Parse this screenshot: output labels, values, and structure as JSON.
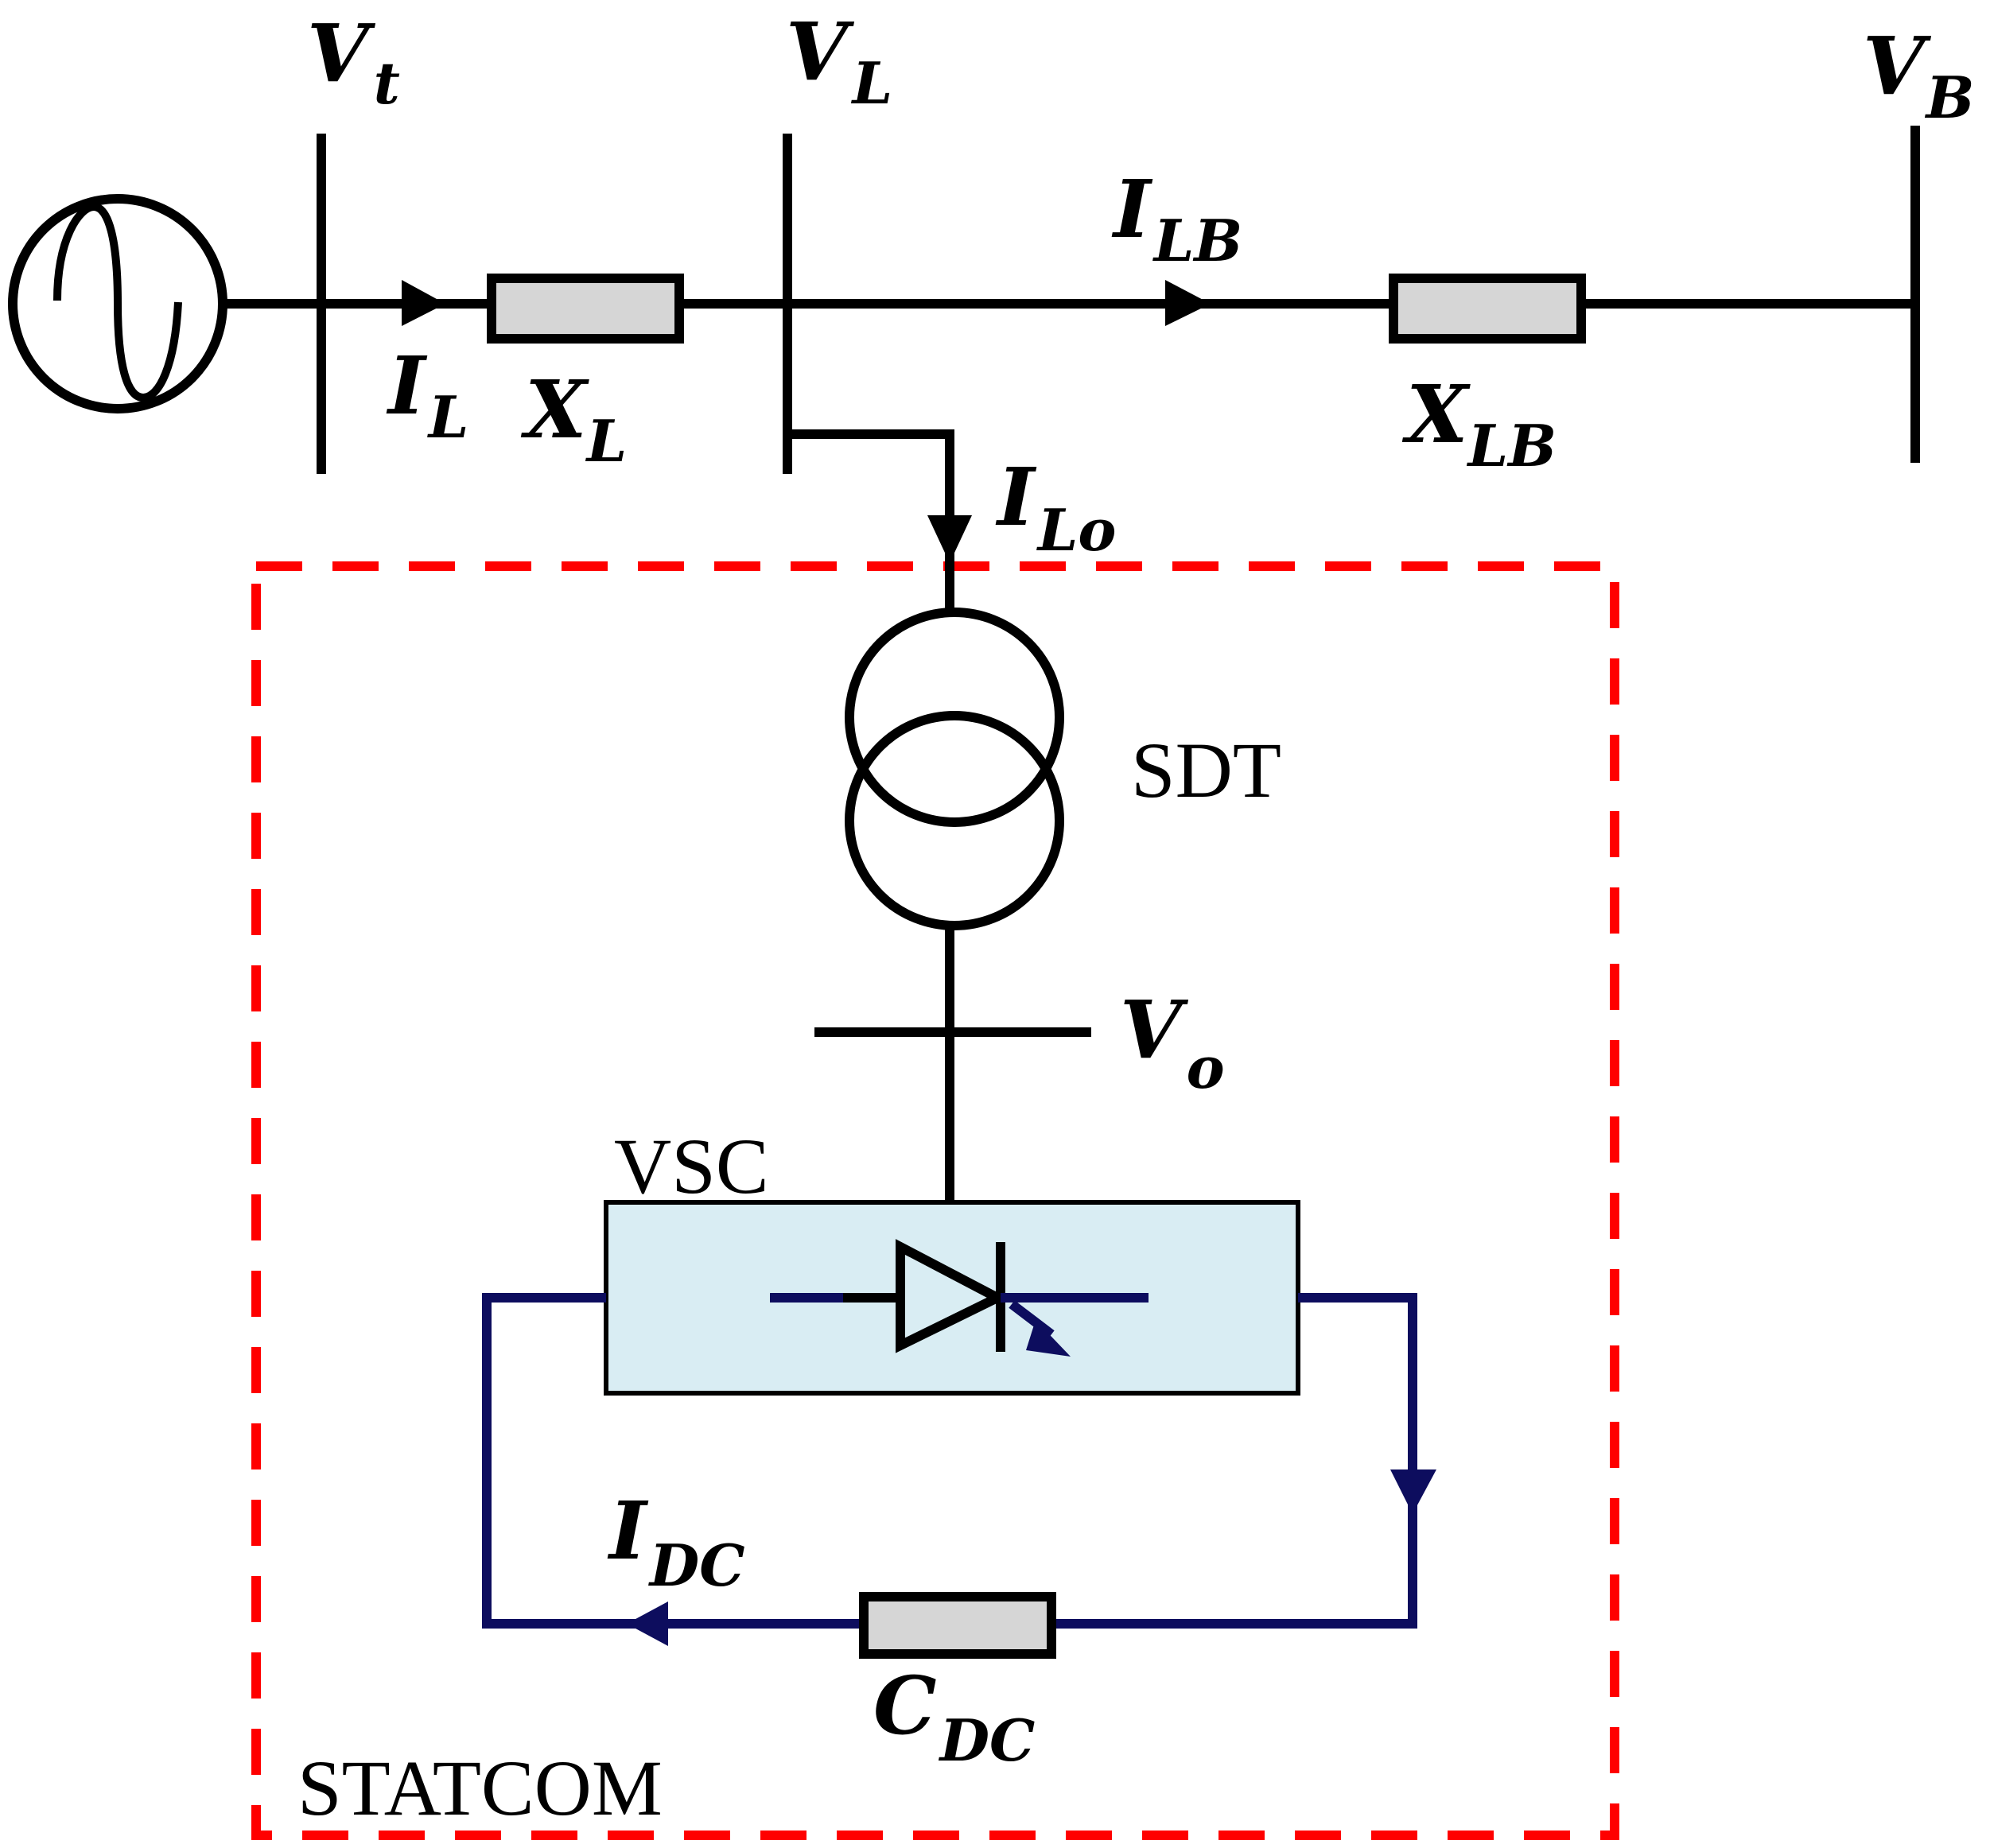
{
  "labels": {
    "vt": {
      "main": "V",
      "sub": "t"
    },
    "vl": {
      "main": "V",
      "sub": "L"
    },
    "vb": {
      "main": "V",
      "sub": "B"
    },
    "il": {
      "main": "I",
      "sub": "L"
    },
    "xl": {
      "main": "X",
      "sub": "L"
    },
    "ilb": {
      "main": "I",
      "sub": "LB"
    },
    "xlb": {
      "main": "X",
      "sub": "LB"
    },
    "ilo": {
      "main": "I",
      "sub": "Lo"
    },
    "vo": {
      "main": "V",
      "sub": "o"
    },
    "idc": {
      "main": "I",
      "sub": "DC"
    },
    "cdc": {
      "main": "C",
      "sub": "DC"
    }
  },
  "blocks": {
    "sdt": "SDT",
    "vsc": "VSC",
    "statcom": "STATCOM"
  },
  "colors": {
    "statcom_border": "#ff0000",
    "dc_wire": "#0d0d5e",
    "vsc_fill": "#d9edf3",
    "impedance_fill": "#d6d6d6"
  }
}
